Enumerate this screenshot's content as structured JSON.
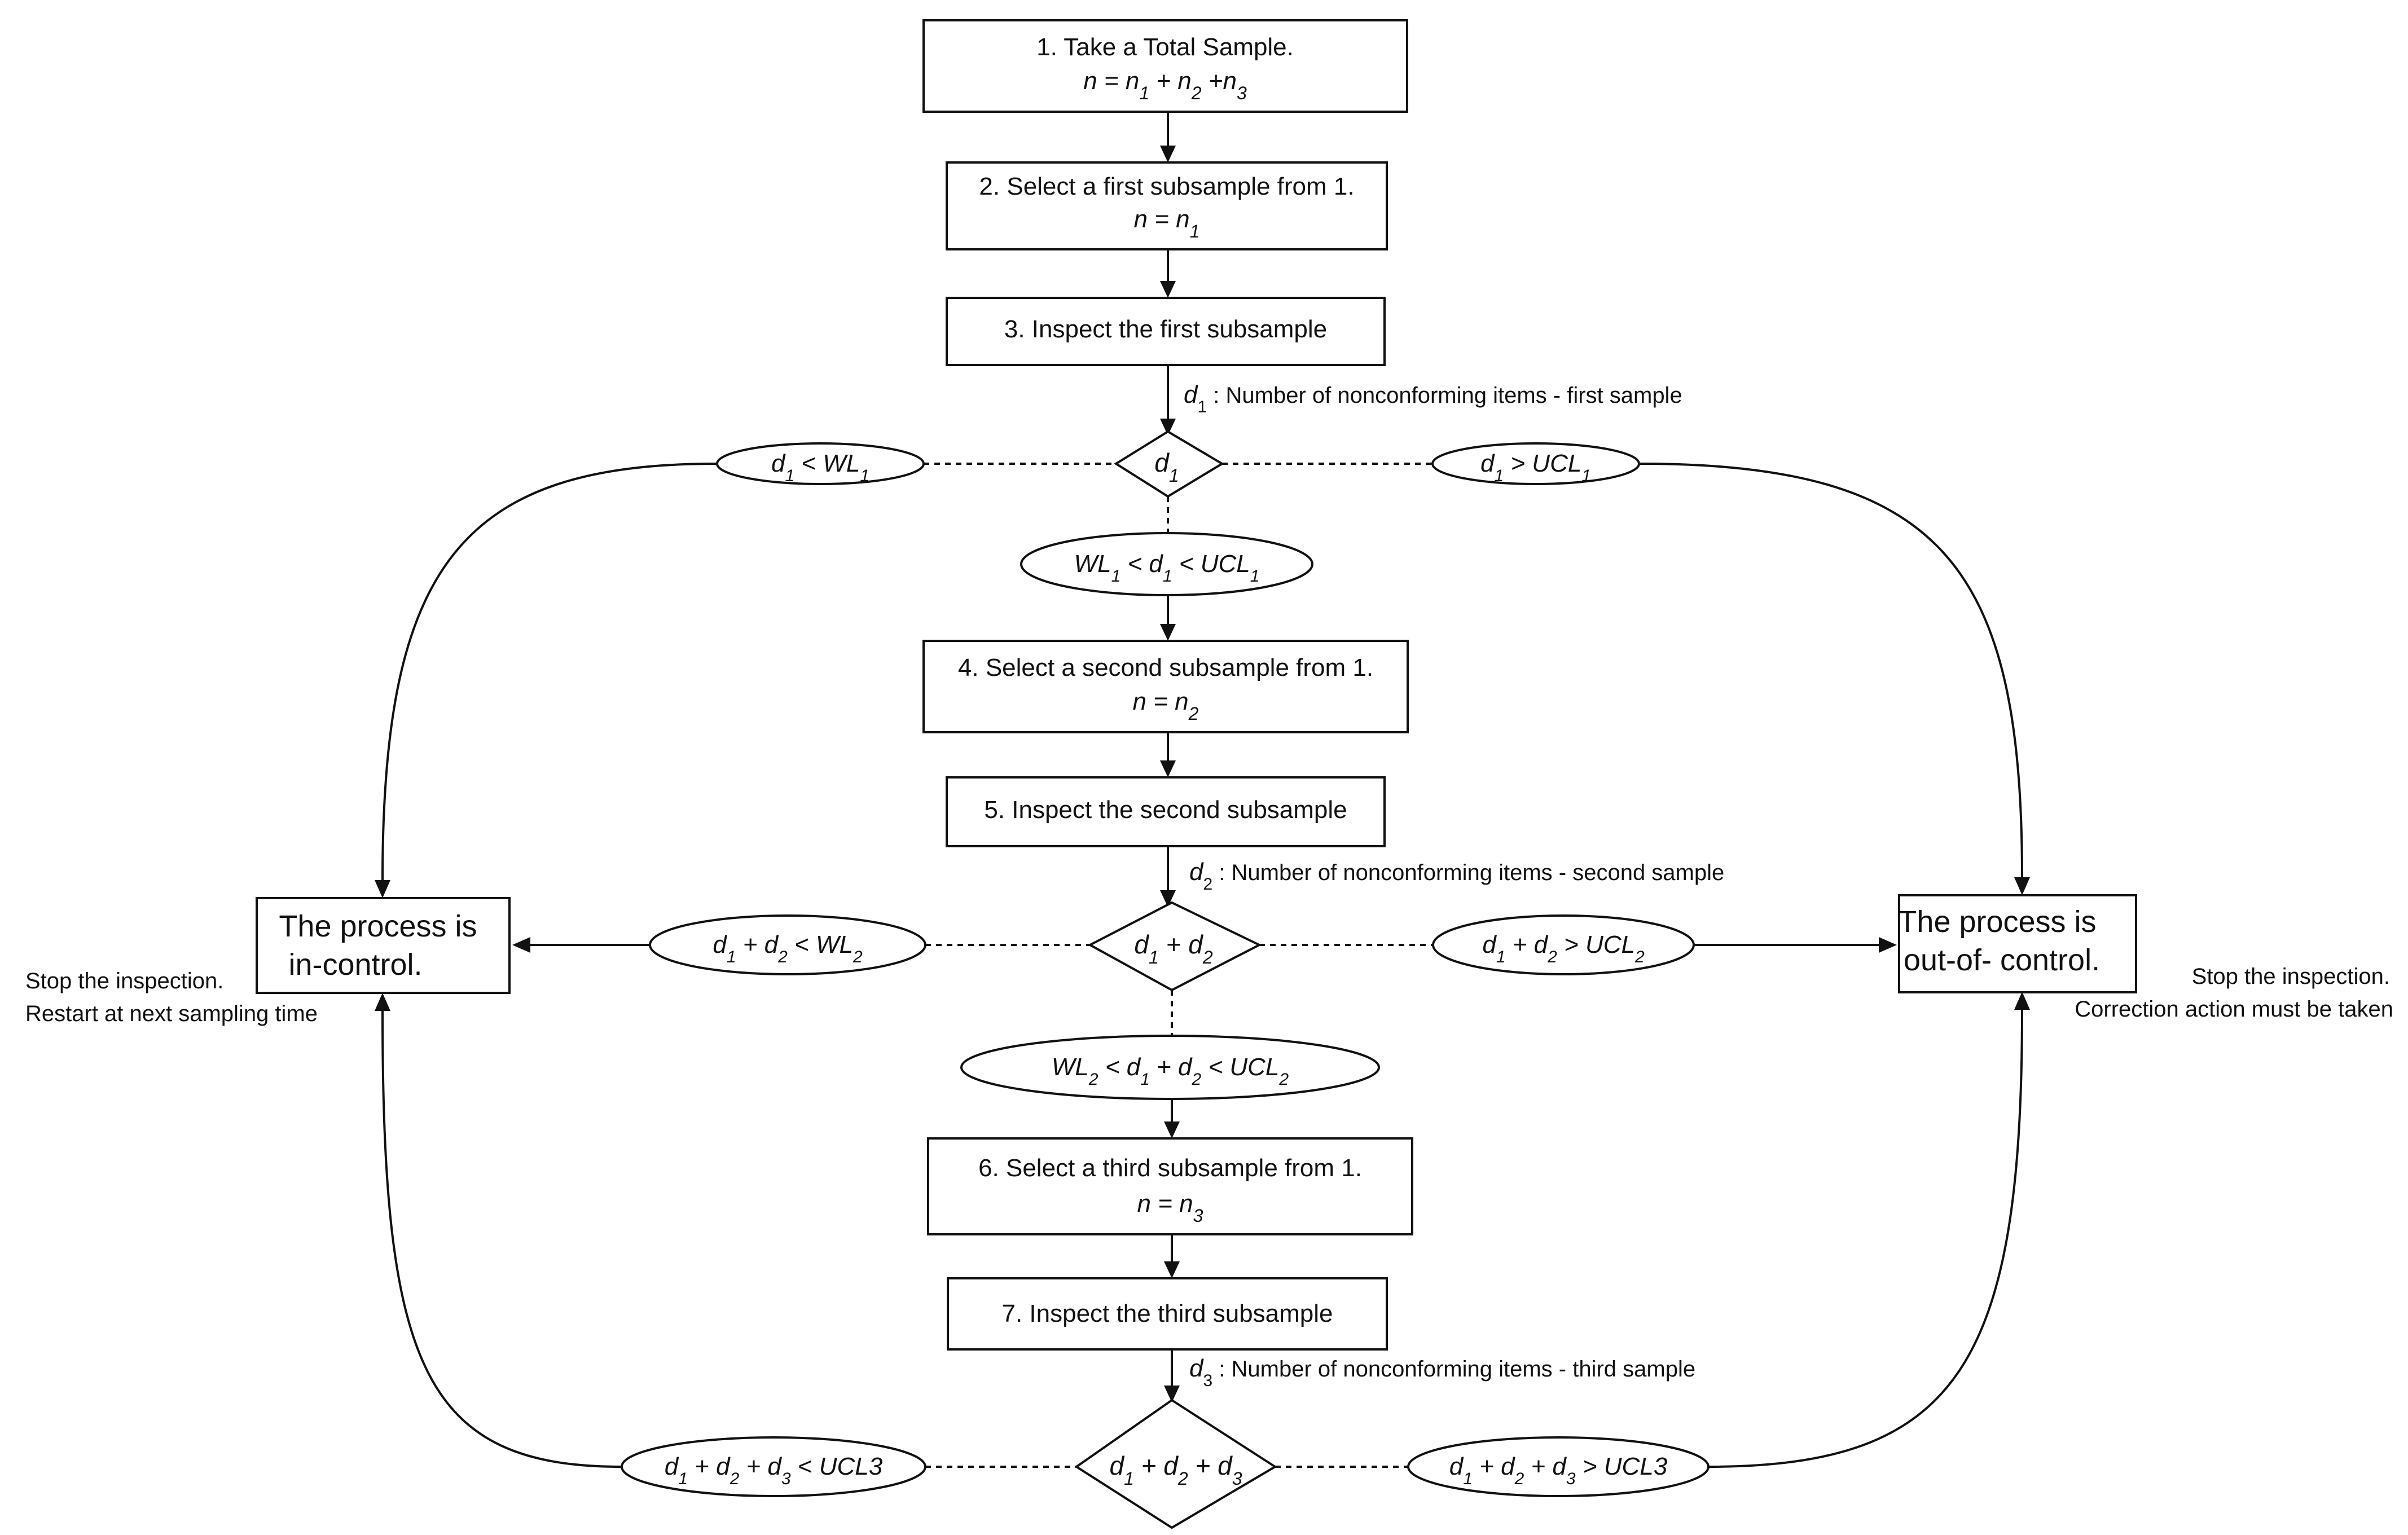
{
  "steps": {
    "s1": {
      "line1": "1. Take a Total Sample.",
      "formula": {
        "a": "n",
        "b": " = ",
        "c": "n",
        "c_sub": "1",
        "d": " + ",
        "e": "n",
        "e_sub": "2",
        "f": " +",
        "g": "n",
        "g_sub": "3"
      }
    },
    "s2": {
      "line1": "2. Select a first subsample from 1.",
      "formula": {
        "a": "n",
        "b": " = ",
        "c": "n",
        "c_sub": "1"
      }
    },
    "s3": {
      "line1": "3. Inspect the first subsample"
    },
    "s4": {
      "line1": "4. Select a second subsample from 1.",
      "formula": {
        "a": "n",
        "b": " = ",
        "c": "n",
        "c_sub": "2"
      }
    },
    "s5": {
      "line1": "5. Inspect the second subsample"
    },
    "s6": {
      "line1": "6. Select a third subsample from 1.",
      "formula": {
        "a": "n",
        "b": " = ",
        "c": "n",
        "c_sub": "3"
      }
    },
    "s7": {
      "line1": "7. Inspect the third subsample"
    }
  },
  "annotations": {
    "a1": {
      "var": "d",
      "sub": "1",
      "text": " : Number of nonconforming items - first sample"
    },
    "a2": {
      "var": "d",
      "sub": "2",
      "text": " : Number of nonconforming items - second sample"
    },
    "a3": {
      "var": "d",
      "sub": "3",
      "text": " : Number of nonconforming items - third sample"
    }
  },
  "decisions": {
    "d1": {
      "v1": "d",
      "s1": "1"
    },
    "d2": {
      "v1": "d",
      "s1": "1",
      "op1": " + ",
      "v2": "d",
      "s2": "2"
    },
    "d3": {
      "v1": "d",
      "s1": "1",
      "op1": " + ",
      "v2": "d",
      "s2": "2",
      "op2": " + ",
      "v3": "d",
      "s3": "3"
    }
  },
  "conditions": {
    "c1_left": {
      "t1": "d",
      "s1": "1",
      "t2": " < WL",
      "s2": "1"
    },
    "c1_right": {
      "t1": "d",
      "s1": "1",
      "t2": " > UCL",
      "s2": "1"
    },
    "c1_mid": {
      "t1": "WL",
      "s1": "1",
      "t2": " < d",
      "s2": "1",
      "t3": " < UCL",
      "s3": "1"
    },
    "c2_left": {
      "t1": "d",
      "s1": "1",
      "t2": " + d",
      "s2": "2",
      "t3": " < WL",
      "s3": "2"
    },
    "c2_right": {
      "t1": "d",
      "s1": "1",
      "t2": " + d",
      "s2": "2",
      "t3": " > UCL",
      "s3": "2"
    },
    "c2_mid": {
      "t1": "WL",
      "s1": "2",
      "t2": " < d",
      "s2": "1",
      "t3": " + d",
      "s3": "2",
      "t4": " < UCL",
      "s4": "2"
    },
    "c3_left": {
      "t1": "d",
      "s1": "1",
      "t2": " + d",
      "s2": "2",
      "t3": " + d",
      "s3": "3",
      "t4": " < UCL3"
    },
    "c3_right": {
      "t1": "d",
      "s1": "1",
      "t2": " + d",
      "s2": "2",
      "t3": " + d",
      "s3": "3",
      "t4": " > UCL3"
    }
  },
  "outcomes": {
    "in_control": {
      "line1": "The process is",
      "line2": "in-control.",
      "note1": "Stop the inspection.",
      "note2": "Restart at next sampling time"
    },
    "out_of_control": {
      "line1": "The process is",
      "line2": "out-of- control.",
      "note1": "Stop the inspection.",
      "note2": "Correction action must be taken"
    }
  }
}
